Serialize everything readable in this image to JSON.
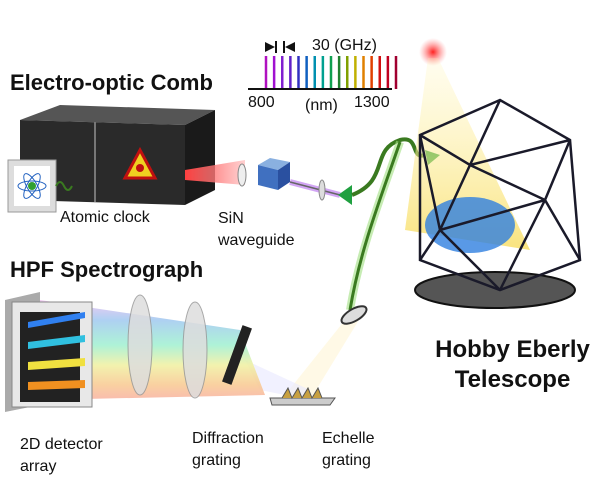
{
  "titles": {
    "comb": "Electro-optic Comb",
    "spectrograph": "HPF Spectrograph",
    "telescope_line1": "Hobby Eberly",
    "telescope_line2": "Telescope"
  },
  "labels": {
    "atomic_clock": "Atomic clock",
    "sin_line1": "SiN",
    "sin_line2": "waveguide",
    "detector_line1": "2D detector",
    "detector_line2": "array",
    "diffraction_line1": "Diffraction",
    "diffraction_line2": "grating",
    "echelle_line1": "Echelle",
    "echelle_line2": "grating"
  },
  "spectrum": {
    "spacing_label": "30 (GHz)",
    "min_label": "800",
    "unit_label": "(nm)",
    "max_label": "1300",
    "line_colors": [
      "#b010c0",
      "#a010d0",
      "#8020d0",
      "#6020c8",
      "#3030c0",
      "#1060c0",
      "#0090b0",
      "#00a090",
      "#10a050",
      "#208030",
      "#80a000",
      "#c0b000",
      "#e08000",
      "#e04000",
      "#d01010",
      "#c00020",
      "#a00030"
    ]
  },
  "colors": {
    "laser": "#e03030",
    "fiber": "#3a7a20",
    "frame": "#1a1a2a"
  }
}
